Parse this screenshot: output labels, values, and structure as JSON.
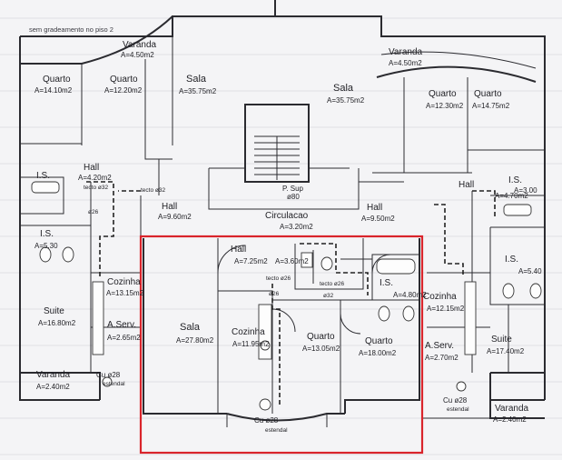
{
  "header_note": "sem gradeamento no piso 2",
  "rooms_left": [
    {
      "id": "varanda-top-left",
      "name": "Varanda",
      "area": "A=4.50m2"
    },
    {
      "id": "quarto-a",
      "name": "Quarto",
      "area": "A=14.10m2"
    },
    {
      "id": "quarto-b",
      "name": "Quarto",
      "area": "A=12.20m2"
    },
    {
      "id": "sala-left",
      "name": "Sala",
      "area": "A=35.75m2"
    },
    {
      "id": "hall-left",
      "name": "Hall",
      "area": "A=4.20m2"
    },
    {
      "id": "is-left-1",
      "name": "I.S.",
      "area": ""
    },
    {
      "id": "is-left-2",
      "name": "I.S.",
      "area": "A=5.30"
    },
    {
      "id": "hall-left-2",
      "name": "Hall",
      "area": "A=9.60m2"
    },
    {
      "id": "cozinha-left",
      "name": "Cozinha",
      "area": "A=13.15m2"
    },
    {
      "id": "suite-left",
      "name": "Suite",
      "area": "A=16.80m2"
    },
    {
      "id": "aserv-left",
      "name": "A.Serv.",
      "area": "A=2.65m2"
    },
    {
      "id": "varanda-bottom-left",
      "name": "Varanda",
      "area": "A=2.40m2"
    }
  ],
  "rooms_right": [
    {
      "id": "varanda-top-right",
      "name": "Varanda",
      "area": "A=4.50m2"
    },
    {
      "id": "sala-right",
      "name": "Sala",
      "area": "A=35.75m2"
    },
    {
      "id": "quarto-c",
      "name": "Quarto",
      "area": "A=12.30m2"
    },
    {
      "id": "quarto-d",
      "name": "Quarto",
      "area": "A=14.75m2"
    },
    {
      "id": "hall-right",
      "name": "Hall",
      "area": "A=9.50m2"
    },
    {
      "id": "hall-right-2",
      "name": "Hall",
      "area": "A=4.70m2"
    },
    {
      "id": "is-right-1",
      "name": "I.S.",
      "area": "A=3.00"
    },
    {
      "id": "is-right-2",
      "name": "I.S.",
      "area": "A=5.40"
    },
    {
      "id": "cozinha-right",
      "name": "Cozinha",
      "area": "A=12.15m2"
    },
    {
      "id": "aserv-right",
      "name": "A.Serv.",
      "area": "A=2.70m2"
    },
    {
      "id": "suite-right",
      "name": "Suite",
      "area": "A=17.40m2"
    },
    {
      "id": "varanda-bottom-right",
      "name": "Varanda",
      "area": "A=2.40m2"
    }
  ],
  "rooms_center": [
    {
      "id": "circulacao",
      "name": "Circulacao",
      "area": "A=3.20m2"
    },
    {
      "id": "p-sup",
      "name": "P. Sup",
      "area": "ø80"
    },
    {
      "id": "hall-center",
      "name": "Hall",
      "area": "A=7.25m2"
    },
    {
      "id": "sala-center",
      "name": "Sala",
      "area": "A=27.80m2"
    },
    {
      "id": "cozinha-center",
      "name": "Cozinha",
      "area": "A=11.95m2"
    },
    {
      "id": "quarto-e",
      "name": "Quarto",
      "area": "A=13.05m2"
    },
    {
      "id": "quarto-f",
      "name": "Quarto",
      "area": "A=18.00m2"
    },
    {
      "id": "is-center",
      "name": "I.S.",
      "area": "A=4.80m2"
    },
    {
      "id": "wc-center",
      "name": "",
      "area": "A=3.60m2"
    }
  ],
  "annotations": {
    "tecto_32_a": "tecto ø32",
    "tecto_32_b": "tecto ø32",
    "tecto_26_a": "tecto ø26",
    "tecto_26_b": "tecto ø26",
    "phi_26_a": "ø26",
    "phi_26_b": "ø26",
    "phi_32": "ø32",
    "cu_28_left": "Cu ø28",
    "cu_28_center": "Cu ø28",
    "cu_28_right": "Cu ø28",
    "estendal_left": "estendal",
    "estendal_center": "estendal",
    "estendal_right": "estendal"
  },
  "highlight_color": "#d9242b"
}
